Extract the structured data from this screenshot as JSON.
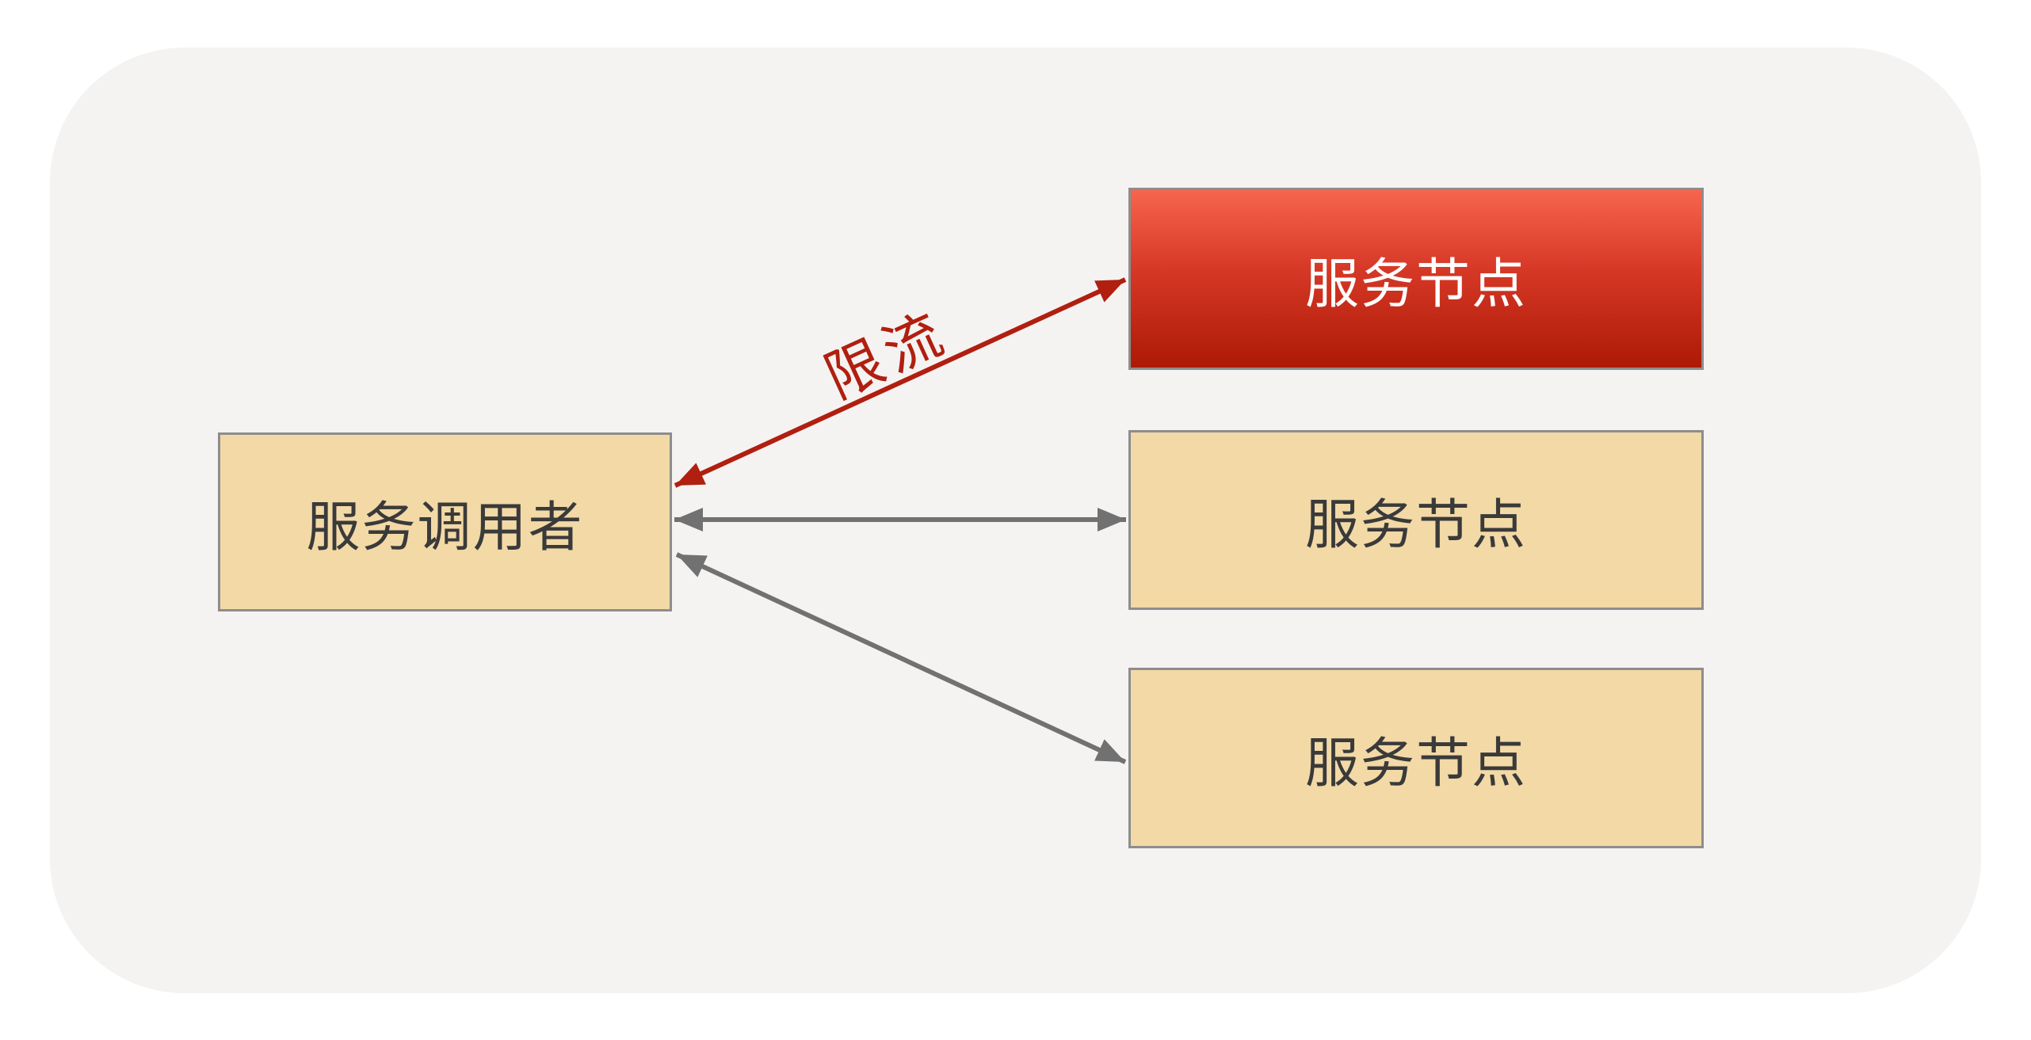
{
  "diagram": {
    "nodes": {
      "caller": {
        "label": "服务调用者"
      },
      "node_top": {
        "label": "服务节点"
      },
      "node_middle": {
        "label": "服务节点"
      },
      "node_bottom": {
        "label": "服务节点"
      }
    },
    "edges": {
      "rate_limit": {
        "label": "限流"
      },
      "call_middle": {
        "label": ""
      },
      "call_bottom": {
        "label": ""
      }
    },
    "colors": {
      "page_bg": "#FFFFFF",
      "panel_bg": "#F4F3F1",
      "node_fill": "#F2D9A6",
      "node_border": "#8D8D8D",
      "node_text": "#3A3A3A",
      "red_top": "#F7654E",
      "red_mid": "#D63826",
      "red_bottom": "#AC1A05",
      "red_text": "#FFFFFF",
      "arrow_gray": "#717171",
      "arrow_red": "#B01F10"
    }
  }
}
